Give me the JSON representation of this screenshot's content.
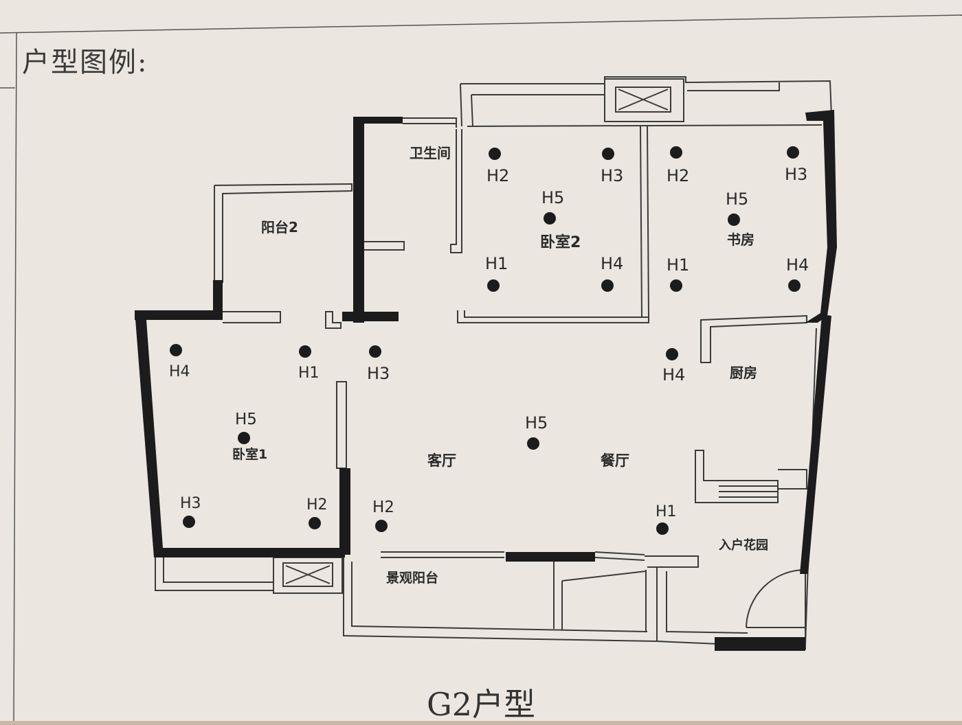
{
  "legend_title": "户型图例:",
  "plan_title": "G2户型",
  "rooms": {
    "bathroom": "卫生间",
    "bedroom2": "卧室2",
    "study": "书房",
    "balcony2": "阳台2",
    "bedroom1": "卧室1",
    "living_room": "客厅",
    "dining_room": "餐厅",
    "kitchen": "厨房",
    "entry_garden": "入户花园",
    "view_balcony": "景观阳台"
  },
  "points": {
    "bedroom2": [
      "H2",
      "H3",
      "H5",
      "H1",
      "H4"
    ],
    "study": [
      "H2",
      "H3",
      "H5",
      "H1",
      "H4"
    ],
    "bedroom1": [
      "H4",
      "H1",
      "H5",
      "H3",
      "H2"
    ],
    "living": [
      "H3",
      "H5",
      "H2"
    ],
    "dining": [
      "H4",
      "H1"
    ]
  },
  "colors": {
    "paper": "#ebe7e0",
    "wall": "#1c1c1c",
    "line": "#3a3a3a"
  }
}
